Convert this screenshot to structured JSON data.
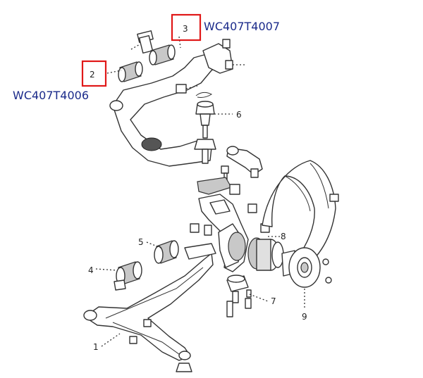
{
  "callouts": {
    "c1": "1",
    "c2": "2",
    "c3": "3",
    "c4": "4",
    "c5": "5",
    "c6": "6",
    "c7": "7",
    "c8": "8",
    "c9": "9"
  },
  "codes": {
    "part2": "WC407T4006",
    "part3": "WC407T4007"
  },
  "highlight_color": "#e01818",
  "code_color": "#1a2a8a"
}
